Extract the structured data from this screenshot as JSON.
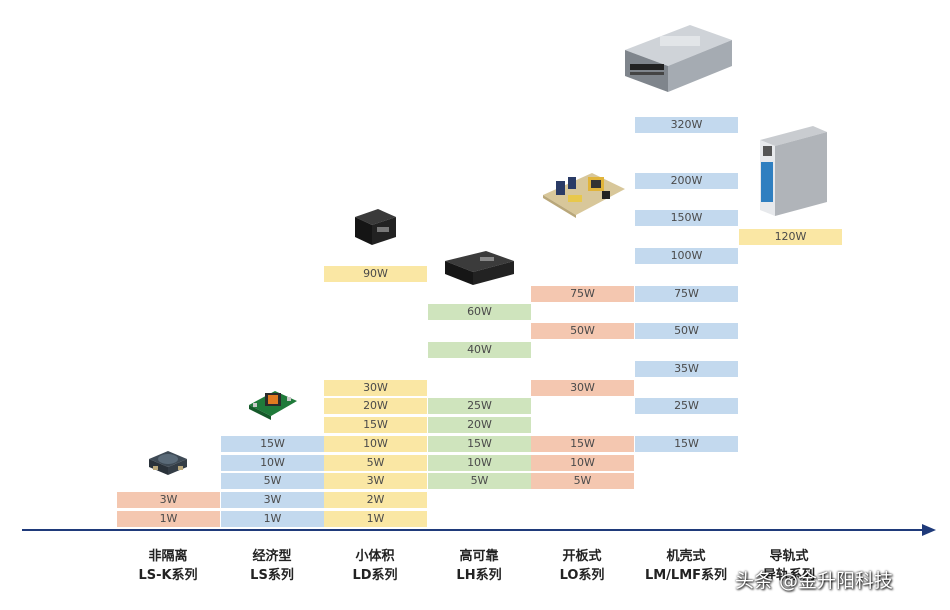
{
  "colors": {
    "orange": "#f4c7b0",
    "blue": "#c3d9ee",
    "yellow": "#fae7a4",
    "green": "#cfe4bd",
    "axis": "#1f3a7a"
  },
  "series": [
    {
      "name": "非隔离",
      "code": "LS-K系列",
      "color": "orange",
      "powers": [
        "1W",
        "3W"
      ]
    },
    {
      "name": "经济型",
      "code": "LS系列",
      "color": "blue",
      "powers": [
        "1W",
        "3W",
        "5W",
        "10W",
        "15W"
      ]
    },
    {
      "name": "小体积",
      "code": "LD系列",
      "color": "yellow",
      "powers": [
        "1W",
        "2W",
        "3W",
        "5W",
        "10W",
        "15W",
        "20W",
        "30W",
        "90W"
      ]
    },
    {
      "name": "高可靠",
      "code": "LH系列",
      "color": "green",
      "powers": [
        "5W",
        "10W",
        "15W",
        "20W",
        "25W",
        "40W",
        "60W"
      ]
    },
    {
      "name": "开板式",
      "code": "LO系列",
      "color": "orange",
      "powers": [
        "5W",
        "10W",
        "15W",
        "30W",
        "50W",
        "75W"
      ]
    },
    {
      "name": "机壳式",
      "code": "LM/LMF系列",
      "color": "blue",
      "powers": [
        "15W",
        "25W",
        "35W",
        "50W",
        "75W",
        "100W",
        "150W",
        "200W",
        "320W"
      ]
    },
    {
      "name": "导轨式",
      "code": "导轨系列",
      "color": "yellow",
      "powers": [
        "120W"
      ]
    }
  ],
  "products": [
    {
      "series": "LS-K系列",
      "icon": "smd-inductor-module-icon"
    },
    {
      "series": "LS系列",
      "icon": "pcb-mount-module-icon"
    },
    {
      "series": "LD系列",
      "icon": "black-cube-module-icon"
    },
    {
      "series": "LH系列",
      "icon": "potted-module-icon"
    },
    {
      "series": "LO系列",
      "icon": "open-frame-board-icon"
    },
    {
      "series": "LM/LMF系列",
      "icon": "enclosed-psu-icon"
    },
    {
      "series": "导轨系列",
      "icon": "din-rail-psu-icon"
    }
  ],
  "watermark": "头条 @金升阳科技"
}
